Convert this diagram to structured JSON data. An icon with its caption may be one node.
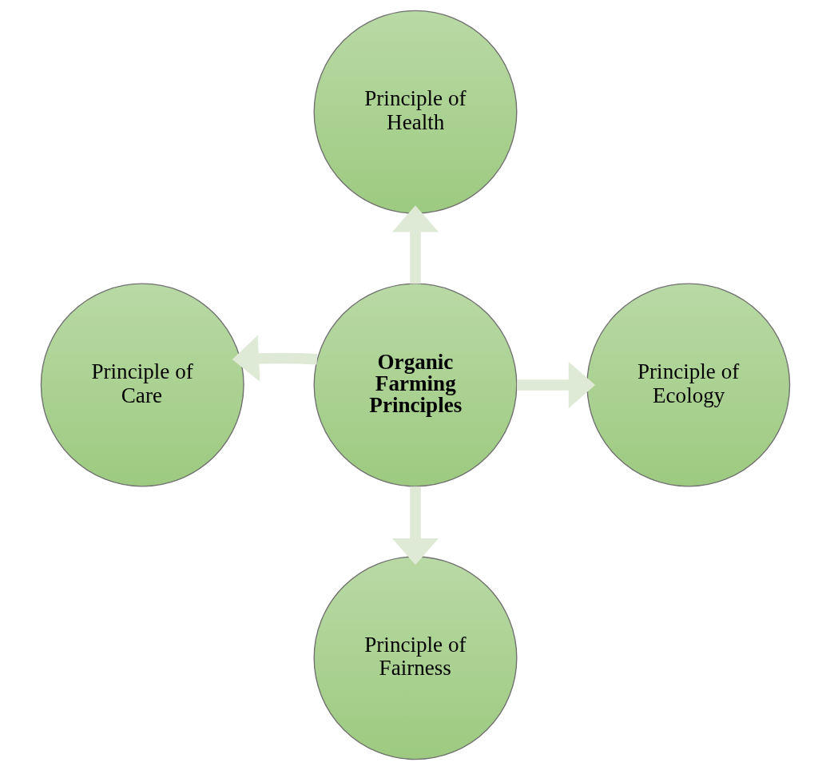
{
  "diagram": {
    "nodes": [
      {
        "text": [
          "Principle of Health"
        ]
      },
      {
        "text": [
          "Principle of Care"
        ]
      },
      {
        "text": [
          "Organic Farming Principles"
        ]
      },
      {
        "text": [
          "Principle of Ecology"
        ]
      },
      {
        "text": [
          "Principle of Fairness"
        ]
      }
    ],
    "edges": [
      {
        "from": 2,
        "to": 0,
        "arrow": "to"
      },
      {
        "from": 2,
        "to": 3,
        "arrow": "to"
      },
      {
        "from": 2,
        "to": 4,
        "arrow": "to"
      },
      {
        "from": 2,
        "to": 1,
        "arrow": "to"
      }
    ]
  }
}
